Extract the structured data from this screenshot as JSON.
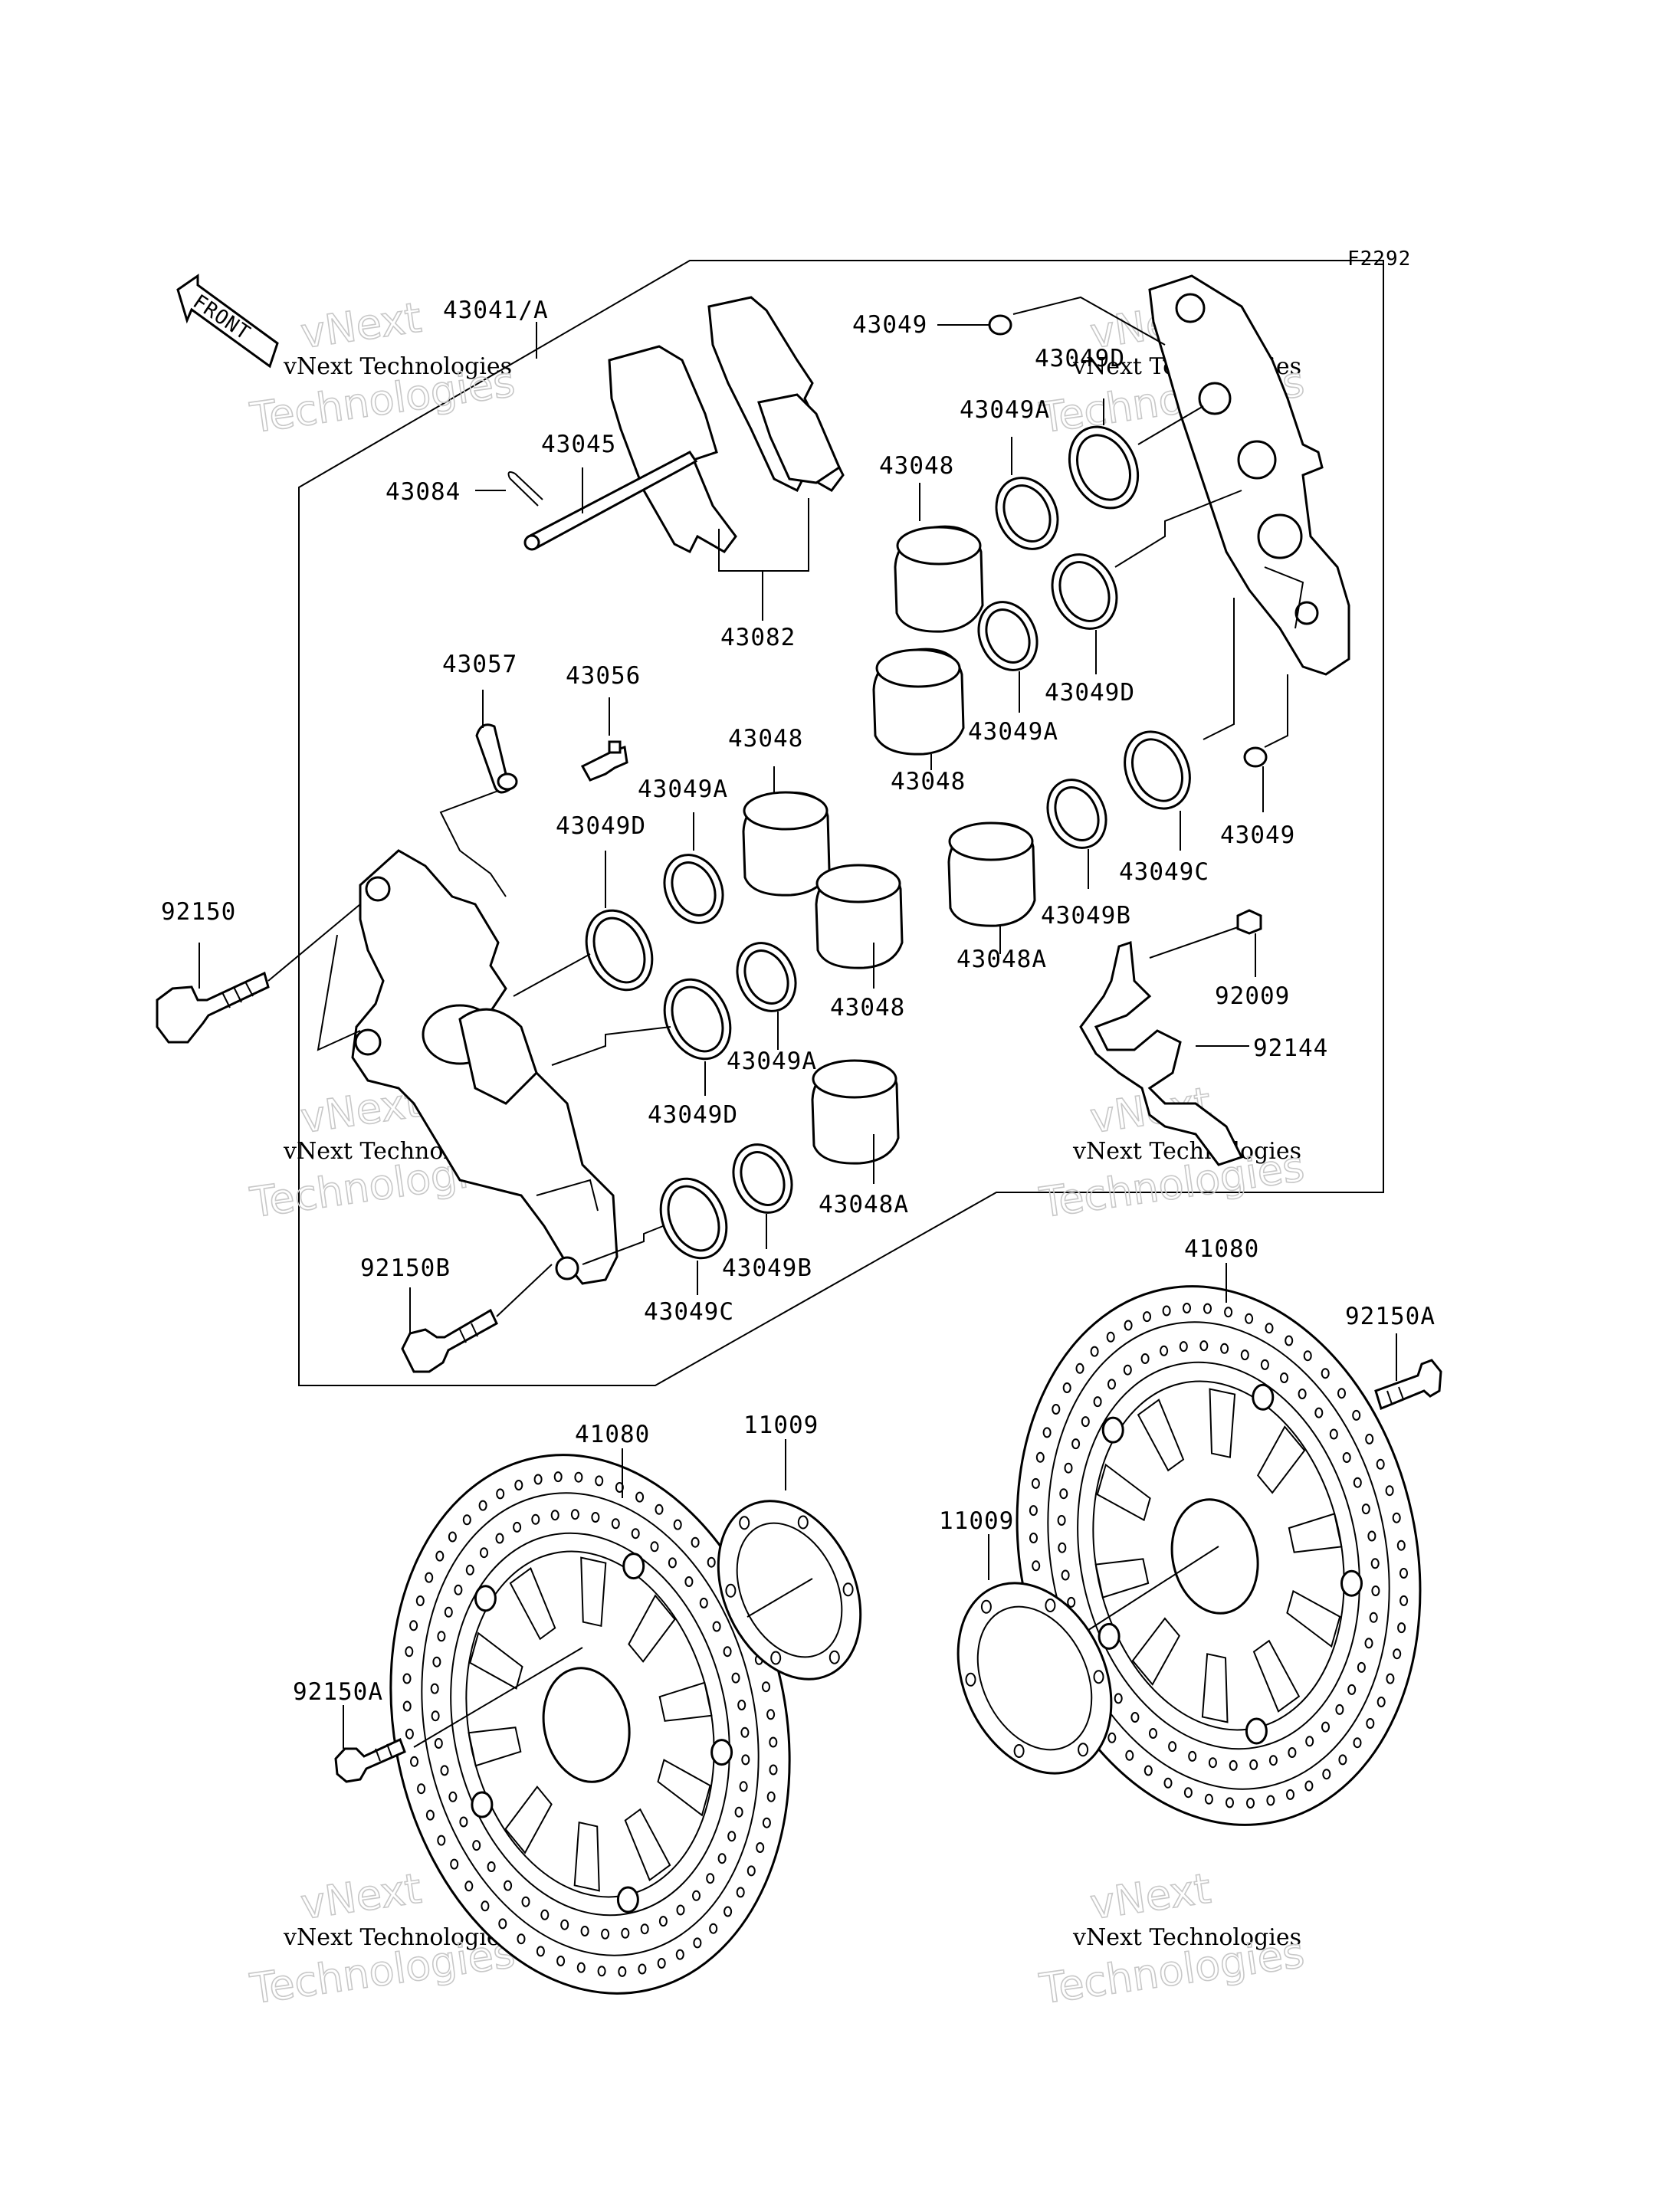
{
  "diagram": {
    "figure_code": "F2292",
    "front_label": "FRONT",
    "watermark_line1": "vNext Technologies",
    "watermark_line2": "vNext",
    "watermark_line3": "Technologies",
    "labels": {
      "l43041A": "43041/A",
      "l43049_top": "43049",
      "l43049D_top": "43049D",
      "l43049A_top": "43049A",
      "l43048_top": "43048",
      "l43045": "43045",
      "l43084": "43084",
      "l43082": "43082",
      "l43049D_right": "43049D",
      "l43049A_mid": "43049A",
      "l43048_mid": "43048",
      "l43057": "43057",
      "l43056": "43056",
      "l43048_center": "43048",
      "l43049A_center": "43049A",
      "l43049D_left": "43049D",
      "l43049_right": "43049",
      "l43049C_right": "43049C",
      "l92150": "92150",
      "l43048A_right": "43048A",
      "l43049B_right": "43049B",
      "l92009": "92009",
      "l43048_lower": "43048",
      "l92144": "92144",
      "l43049A_lower": "43049A",
      "l43049D_lower": "43049D",
      "l43048A_lower": "43048A",
      "l43049B_lower": "43049B",
      "l92150B": "92150B",
      "l43049C_lower": "43049C",
      "l41080_right": "41080",
      "l92150A_right": "92150A",
      "l41080_left": "41080",
      "l11009_left": "11009",
      "l11009_right": "11009",
      "l92150A_left": "92150A"
    }
  }
}
